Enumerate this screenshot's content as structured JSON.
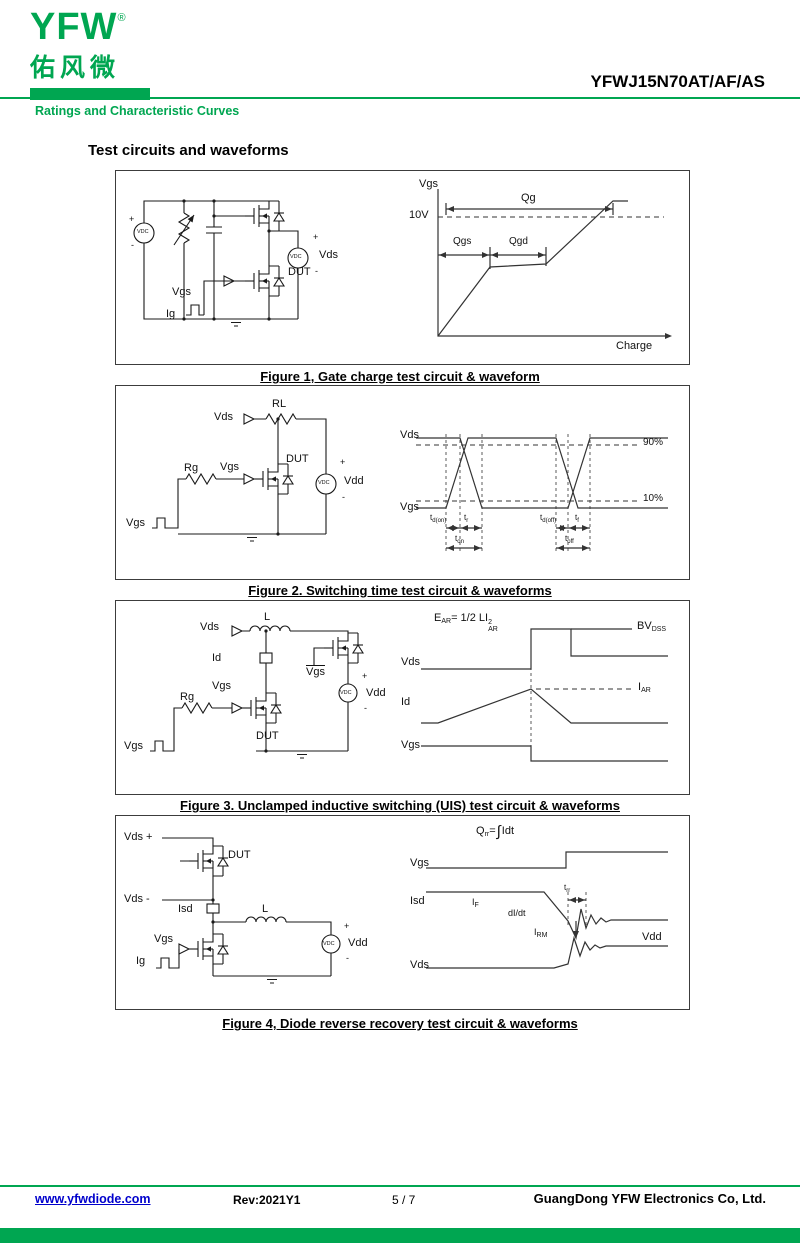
{
  "header": {
    "logo": {
      "text": "YFW",
      "reg": "®",
      "chinese": "佑风微"
    },
    "part_number": "YFWJ15N70AT/AF/AS",
    "section": "Ratings and Characteristic Curves"
  },
  "page": {
    "heading": "Test circuits and waveforms"
  },
  "fig1": {
    "caption": "Figure 1, Gate charge test circuit & waveform",
    "circuit": {
      "plus_l": "+",
      "minus_l": "-",
      "vdc_l": "VDC",
      "vgs": "Vgs",
      "ig": "Ig",
      "dut": "DUT",
      "plus_r": "+",
      "vds": "Vds",
      "minus_r": "-",
      "vdc_r": "VDC"
    },
    "wf": {
      "vgs": "Vgs",
      "v10": "10V",
      "qg": "Qg",
      "qgs": "Qgs",
      "qgd": "Qgd",
      "charge": "Charge"
    }
  },
  "fig2": {
    "caption": "Figure 2. Switching time test circuit & waveforms",
    "circuit": {
      "vds": "Vds",
      "rl": "RL",
      "dut": "DUT",
      "rg": "Rg",
      "vgs": "Vgs",
      "vgs_pulse": "Vgs",
      "plus": "+",
      "vdd": "Vdd",
      "minus": "-",
      "vdc": "VDC"
    },
    "wf": {
      "vds": "Vds",
      "vgs": "Vgs",
      "p90": "90%",
      "p10": "10%",
      "td_on": {
        "b": "t",
        "s": "d(on)"
      },
      "tr": {
        "b": "t",
        "s": "r"
      },
      "td_off": {
        "b": "t",
        "s": "d(off)"
      },
      "tf": {
        "b": "t",
        "s": "f"
      },
      "ton": {
        "b": "t",
        "s": "on"
      },
      "toff": {
        "b": "t",
        "s": "off"
      }
    }
  },
  "fig3": {
    "caption": "Figure 3. Unclamped inductive switching (UIS) test circuit & waveforms",
    "circuit": {
      "vds": "Vds",
      "l": "L",
      "id": "Id",
      "vgs_bar": "Vgs",
      "dut": "DUT",
      "rg": "Rg",
      "vgs": "Vgs",
      "vgs_pulse": "Vgs",
      "plus": "+",
      "vdd": "Vdd",
      "minus": "-",
      "vdc": "VDC"
    },
    "wf": {
      "e": "E",
      "e_sub": "AR",
      "mid": "= 1/2 L",
      "i": "I",
      "i_sup": "2",
      "i_sub": "AR",
      "bv": "BV",
      "bv_sub": "DSS",
      "vds": "Vds",
      "id": "Id",
      "vgs": "Vgs",
      "iar_b": "I",
      "iar_s": "AR"
    }
  },
  "fig4": {
    "caption": "Figure 4, Diode reverse recovery test circuit & waveforms",
    "circuit": {
      "vds_p": "Vds +",
      "dut": "DUT",
      "vds_m": "Vds -",
      "isd": "Isd",
      "l": "L",
      "vgs": "Vgs",
      "ig": "Ig",
      "plus": "+",
      "vdd": "Vdd",
      "minus": "-",
      "vdc": "VDC"
    },
    "wf": {
      "q": "Q",
      "q_sub": "rr",
      "eq": "=",
      "integral": "∫",
      "idt": "Idt",
      "vgs": "Vgs",
      "isd": "Isd",
      "if_b": "I",
      "if_s": "F",
      "didt": "dI/dt",
      "trr_b": "t",
      "trr_s": "rr",
      "irm_b": "I",
      "irm_s": "RM",
      "vds": "Vds",
      "vdd": "Vdd"
    }
  },
  "footer": {
    "website": "www.yfwdiode.com",
    "rev": "Rev:2021Y1",
    "page_num": "5 / 7",
    "company": "GuangDong YFW Electronics Co, Ltd."
  },
  "colors": {
    "accent_green": "#00a651",
    "link_blue": "#0000cc"
  }
}
